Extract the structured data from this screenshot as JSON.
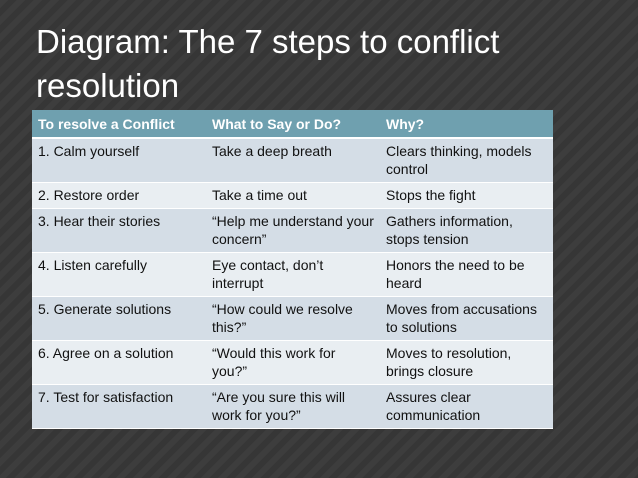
{
  "slide": {
    "title": "Diagram: The 7 steps to conflict resolution"
  },
  "table": {
    "headers": [
      "To resolve a Conflict",
      "What to Say or Do?",
      "Why?"
    ],
    "rows": [
      [
        "1. Calm yourself",
        "Take a deep breath",
        "Clears thinking, models control"
      ],
      [
        "2. Restore order",
        "Take a time out",
        "Stops the fight"
      ],
      [
        "3. Hear their stories",
        "“Help me understand your concern”",
        "Gathers information, stops tension"
      ],
      [
        "4. Listen carefully",
        "Eye contact, don’t interrupt",
        "Honors the need to be heard"
      ],
      [
        "5. Generate solutions",
        "“How could we resolve this?”",
        "Moves from accusations to solutions"
      ],
      [
        "6. Agree on a solution",
        "“Would this work for you?”",
        "Moves to resolution, brings closure"
      ],
      [
        "7. Test for satisfaction",
        "“Are you sure this will work for you?”",
        "Assures clear communication"
      ]
    ]
  },
  "colors": {
    "background": "#3a3a3a",
    "header": "#6fa0af",
    "row_odd": "#d4dde6",
    "row_even": "#e9eef2"
  }
}
